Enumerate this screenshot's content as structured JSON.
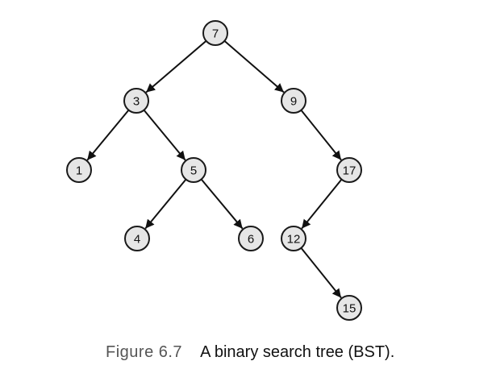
{
  "tree": {
    "nodes": [
      {
        "id": "n7",
        "label": "7"
      },
      {
        "id": "n3",
        "label": "3"
      },
      {
        "id": "n9",
        "label": "9"
      },
      {
        "id": "n1",
        "label": "1"
      },
      {
        "id": "n5",
        "label": "5"
      },
      {
        "id": "n17",
        "label": "17"
      },
      {
        "id": "n4",
        "label": "4"
      },
      {
        "id": "n6",
        "label": "6"
      },
      {
        "id": "n12",
        "label": "12"
      },
      {
        "id": "n15",
        "label": "15"
      }
    ],
    "edges": [
      [
        "n7",
        "n3"
      ],
      [
        "n7",
        "n9"
      ],
      [
        "n3",
        "n1"
      ],
      [
        "n3",
        "n5"
      ],
      [
        "n9",
        "n17"
      ],
      [
        "n5",
        "n4"
      ],
      [
        "n5",
        "n6"
      ],
      [
        "n17",
        "n12"
      ],
      [
        "n12",
        "n15"
      ]
    ]
  },
  "caption": {
    "figure_number": "Figure 6.7",
    "text": "A binary search tree (BST)."
  }
}
